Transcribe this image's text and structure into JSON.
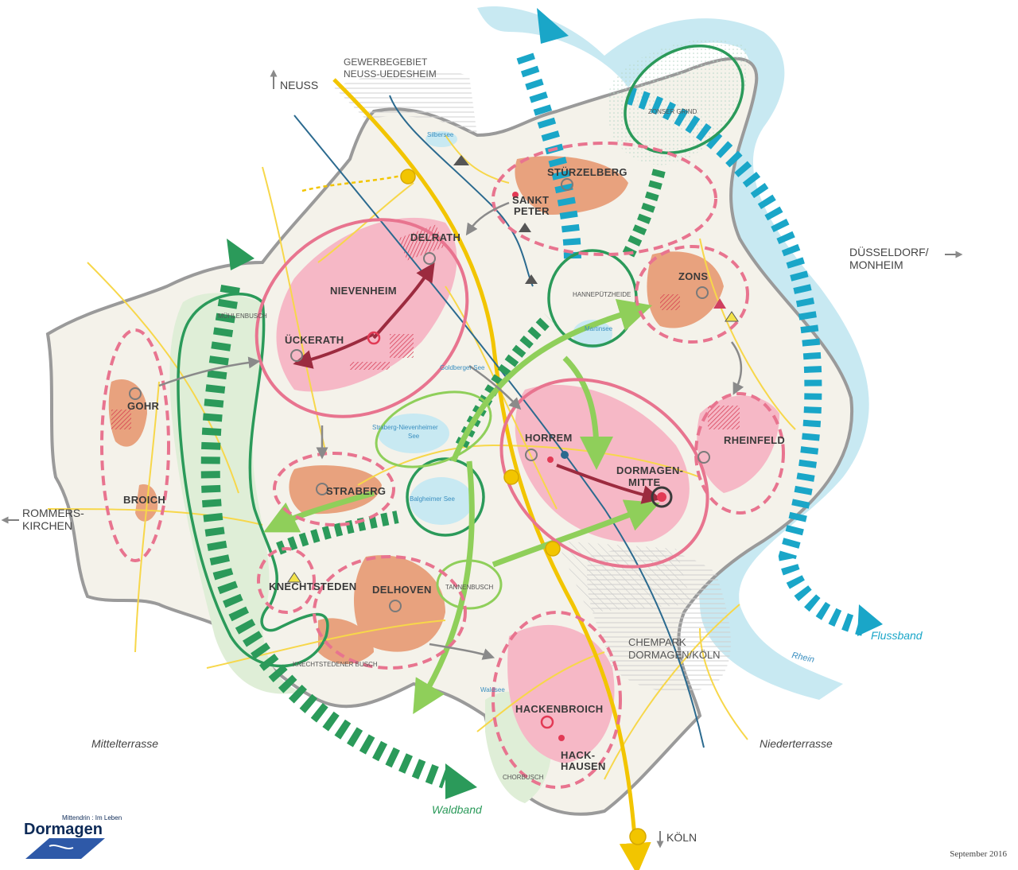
{
  "map": {
    "districts": {
      "delrath": "DELRATH",
      "nievenheim": "NIEVENHEIM",
      "ueckerath": "ÜCKERATH",
      "gohr": "GOHR",
      "broich": "BROICH",
      "straberg": "STRABERG",
      "knechtsteden": "KNECHTSTEDEN",
      "delhoven": "DELHOVEN",
      "horrem": "HORREM",
      "dormagen_mitte_1": "DORMAGEN-",
      "dormagen_mitte_2": "MITTE",
      "rheinfeld": "RHEINFELD",
      "zons": "ZONS",
      "stuerzelberg": "STÜRZELBERG",
      "sankt_peter_1": "SANKT",
      "sankt_peter_2": "PETER",
      "hackenbroich": "HACKENBROICH",
      "hackhausen_1": "HACK-",
      "hackhausen_2": "HAUSEN"
    },
    "areas": {
      "muehlenbusch": "MÜHLENBUSCH",
      "knechtstedener_busch": "KNECHTSTEDENER BUSCH",
      "tannenbusch": "TANNENBUSCH",
      "hannepuetzheide": "HANNEPÜTZHEIDE",
      "zonser_grind": "ZONSER GRIND",
      "chorbusch": "CHORBUSCH"
    },
    "waters": {
      "silbersee": "Silbersee",
      "goldberger_see": "Goldberger See",
      "straberg_see_1": "Straberg-Nievenheimer",
      "straberg_see_2": "See",
      "balgheimer_see": "Balgheimer See",
      "martinsee": "Martinsee",
      "waldsee": "Waldsee",
      "rhein": "Rhein"
    },
    "regions": {
      "gewerbe_1": "GEWERBEGEBIET",
      "gewerbe_2": "NEUSS-UEDESHEIM",
      "chempark_1": "CHEMPARK",
      "chempark_2": "DORMAGEN/KÖLN",
      "mittelterrasse": "Mittelterrasse",
      "niederterrasse": "Niederterrasse"
    },
    "directions": {
      "neuss": "NEUSS",
      "koeln": "KÖLN",
      "duesseldorf_1": "DÜSSELDORF/",
      "duesseldorf_2": "MONHEIM",
      "rommerskirchen_1": "ROMMERS-",
      "rommerskirchen_2": "KIRCHEN"
    },
    "bands": {
      "flussband": "Flussband",
      "waldband": "Waldband"
    },
    "colors": {
      "river": "#c8e9f2",
      "river_band": "#1aa6c8",
      "forest_band": "#2b9a5a",
      "forest_ring": "#4caf50",
      "light_green": "#8fcf5a",
      "town_pink": "#f6b8c6",
      "town_orange": "#e8a27e",
      "ring_pink": "#e8748f",
      "rail_yellow": "#f2c500",
      "road_yellow": "#f7d74a",
      "line_blue": "#2b6a8f",
      "outline_grey": "#9a9a9a",
      "arrow_dark_red": "#9c2b3f"
    }
  },
  "logo": {
    "tagline": "Mittendrin : Im Leben",
    "name": "Dormagen"
  },
  "date": "September 2016"
}
